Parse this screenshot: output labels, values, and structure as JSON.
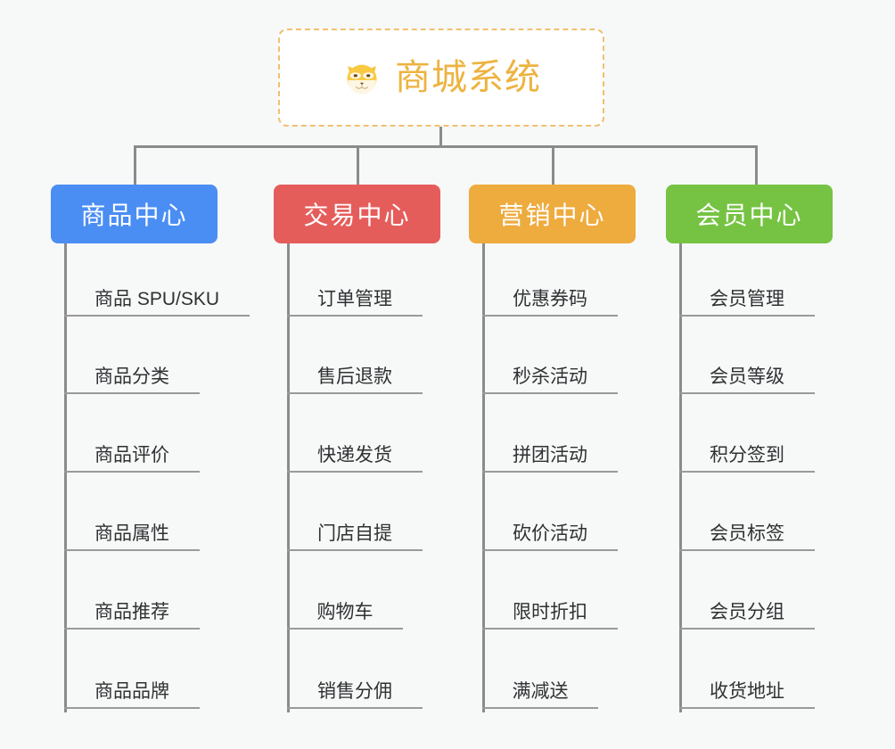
{
  "diagram": {
    "type": "mindmap",
    "background": "#f7f8f8",
    "connector_color": "#8b8b8b",
    "root": {
      "title": "商城系统",
      "icon": "shiba-dog-face-emoji",
      "text_color": "#edb340",
      "border_color": "#f0c070",
      "background": "#ffffff"
    },
    "branches": [
      {
        "label": "商品中心",
        "color": "#4a8ef4",
        "items": [
          "商品 SPU/SKU",
          "商品分类",
          "商品评价",
          "商品属性",
          "商品推荐",
          "商品品牌"
        ]
      },
      {
        "label": "交易中心",
        "color": "#e55d5b",
        "items": [
          "订单管理",
          "售后退款",
          "快递发货",
          "门店自提",
          "购物车",
          "销售分佣"
        ]
      },
      {
        "label": "营销中心",
        "color": "#eeab3e",
        "items": [
          "优惠券码",
          "秒杀活动",
          "拼团活动",
          "砍价活动",
          "限时折扣",
          "满减送"
        ]
      },
      {
        "label": "会员中心",
        "color": "#76c343",
        "items": [
          "会员管理",
          "会员等级",
          "积分签到",
          "会员标签",
          "会员分组",
          "收货地址"
        ]
      }
    ]
  }
}
